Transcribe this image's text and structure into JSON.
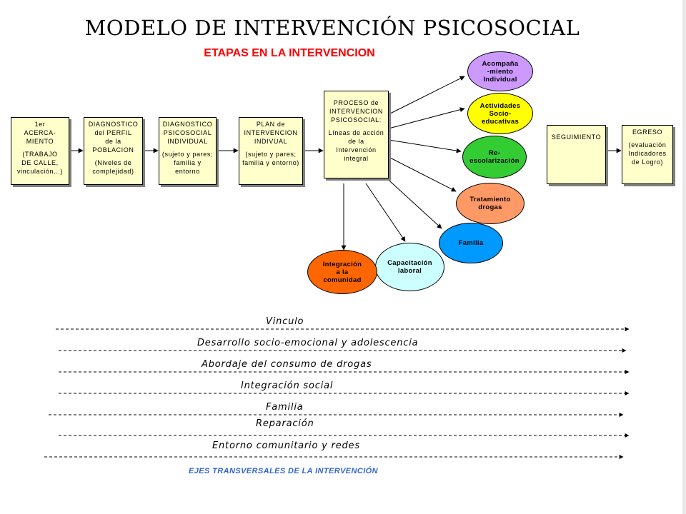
{
  "title": "MODELO DE INTERVENCIÓN PSICOSOCIAL",
  "subtitle": "ETAPAS EN  LA INTERVENCION",
  "stages": [
    {
      "lines": [
        "1er",
        "ACERCA-",
        "MIENTO",
        "",
        "(TRABAJO",
        "DE CALLE,",
        "vinculación...)"
      ]
    },
    {
      "lines": [
        "DIAGNOSTICO",
        "del PERFIL",
        "de la",
        "POBLACION",
        "",
        "(Niveles de",
        "complejidad)"
      ]
    },
    {
      "lines": [
        "DIAGNOSTICO",
        "PSICOSOCIAL",
        "INDIVIDUAL",
        "",
        "(sujeto y pares;",
        "familia y",
        "entorno"
      ]
    },
    {
      "lines": [
        "PLAN de",
        "INTERVENCION",
        "INDIVUAL",
        "",
        "(sujeto y pares;",
        "familia y entorno)"
      ]
    },
    {
      "lines": [
        "SEGUIMIENTO"
      ]
    },
    {
      "lines": [
        "EGRESO",
        "",
        "(evaluación",
        "Indicadores",
        "de Logro)"
      ]
    }
  ],
  "process": {
    "lines": [
      "PROCESO de",
      "INTERVENCION",
      "PSICOSOCIAL:",
      "",
      "Líneas de acción",
      "de la",
      "Intervención",
      "integral"
    ]
  },
  "activities": [
    {
      "lines": [
        "Acompaña",
        "-miento",
        "Individual"
      ],
      "color": "#cc99ff"
    },
    {
      "lines": [
        "Actividades",
        "Socio-",
        "educativas"
      ],
      "color": "#ffff00"
    },
    {
      "lines": [
        "Re-",
        "escolarización"
      ],
      "color": "#33cc33"
    },
    {
      "lines": [
        "Tratamiento",
        "drogas"
      ],
      "color": "#ff9966"
    },
    {
      "lines": [
        "Familia"
      ],
      "color": "#0099ff"
    },
    {
      "lines": [
        "Capacitación",
        "laboral"
      ],
      "color": "#ccffff"
    },
    {
      "lines": [
        "Integración",
        "a la",
        "comunidad"
      ],
      "color": "#ff6600"
    }
  ],
  "axes": [
    "Vinculo",
    "Desarrollo socio-emocional y adolescencia",
    "Abordaje del consumo de drogas",
    "Integración social",
    "Familia",
    "Reparación",
    "Entorno comunitario y redes"
  ],
  "footer": "EJES TRANSVERSALES DE LA INTERVENCIÓN"
}
